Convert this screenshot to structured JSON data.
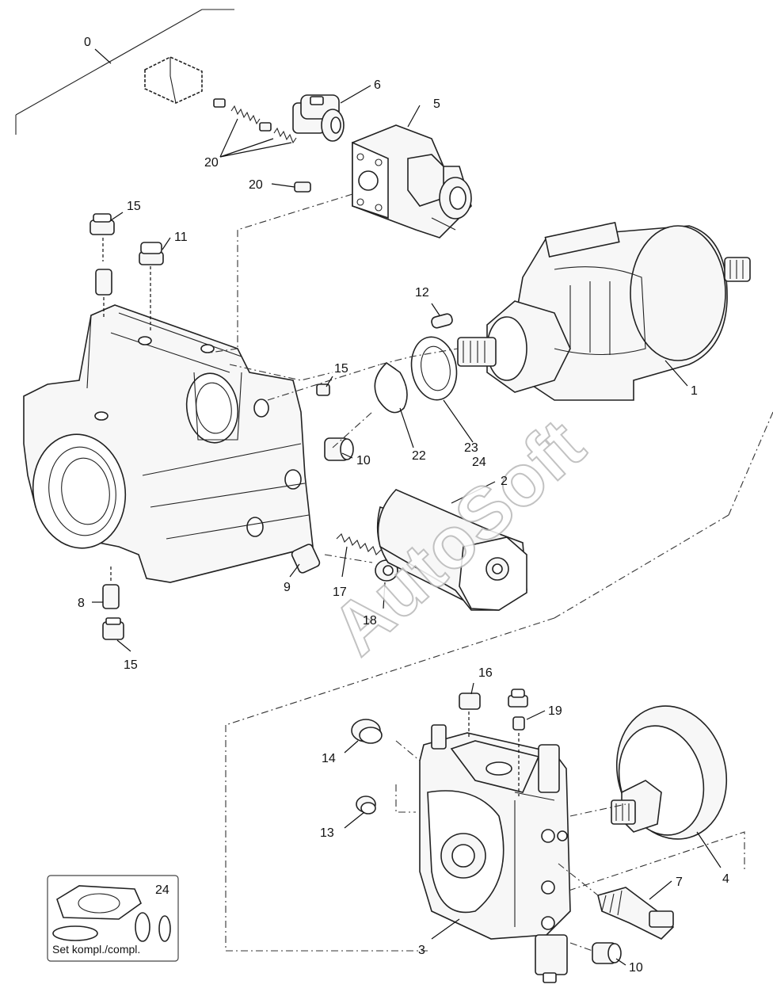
{
  "watermark": "AutoSoft",
  "callouts": {
    "c0": "0",
    "c1": "1",
    "c2": "2",
    "c3": "3",
    "c4": "4",
    "c5": "5",
    "c6": "6",
    "c7": "7",
    "c8": "8",
    "c9": "9",
    "c10a": "10",
    "c10b": "10",
    "c11": "11",
    "c12": "12",
    "c13": "13",
    "c14": "14",
    "c15a": "15",
    "c15b": "15",
    "c15c": "15",
    "c16": "16",
    "c17": "17",
    "c18": "18",
    "c19": "19",
    "c20a": "20",
    "c20b": "20",
    "c22": "22",
    "c23": "23",
    "c24a": "24",
    "c24b": "24"
  },
  "set_box": {
    "label": "Set kompl./compl."
  }
}
